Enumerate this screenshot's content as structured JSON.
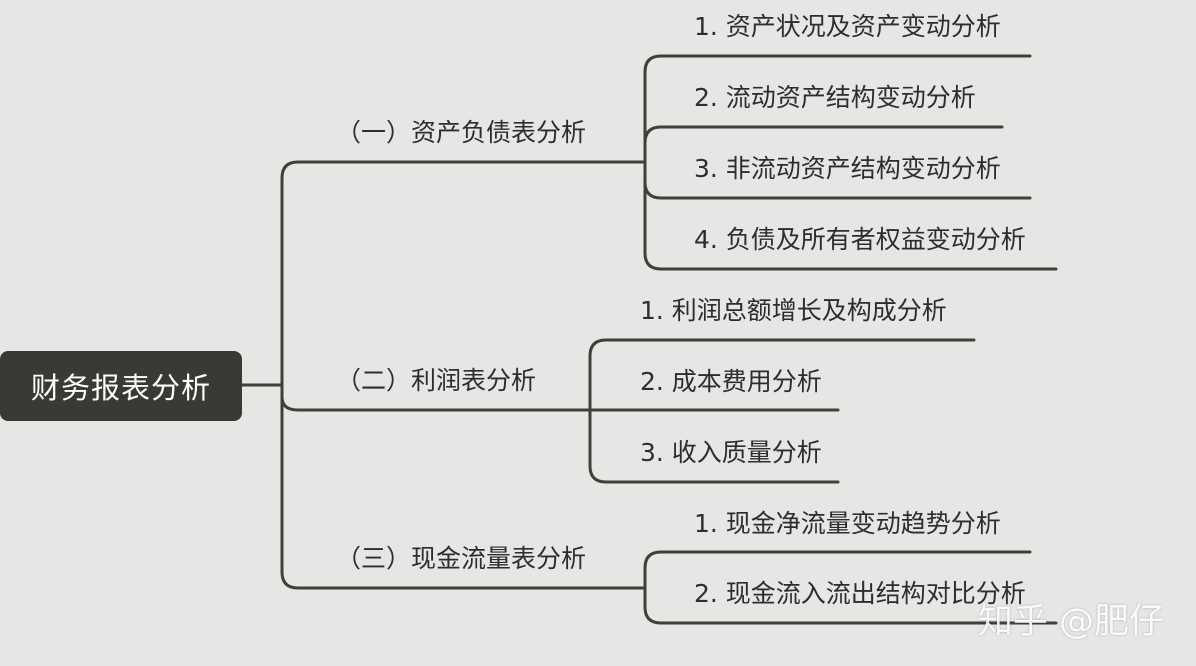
{
  "root": {
    "label": "财务报表分析"
  },
  "branches": [
    {
      "label": "（一）资产负债表分析",
      "children": [
        "1. 资产状况及资产变动分析",
        "2. 流动资产结构变动分析",
        "3. 非流动资产结构变动分析",
        "4. 负债及所有者权益变动分析"
      ]
    },
    {
      "label": "（二）利润表分析",
      "children": [
        "1. 利润总额增长及构成分析",
        "2. 成本费用分析",
        "3. 收入质量分析"
      ]
    },
    {
      "label": "（三）现金流量表分析",
      "children": [
        "1. 现金净流量变动趋势分析",
        "2. 现金流入流出结构对比分析"
      ]
    }
  ],
  "watermark": "知乎 @肥仔",
  "colors": {
    "background": "#e6e6e5",
    "root_fill": "#3a3a34",
    "line": "#3f3f3b",
    "text": "#2d2d2d"
  }
}
